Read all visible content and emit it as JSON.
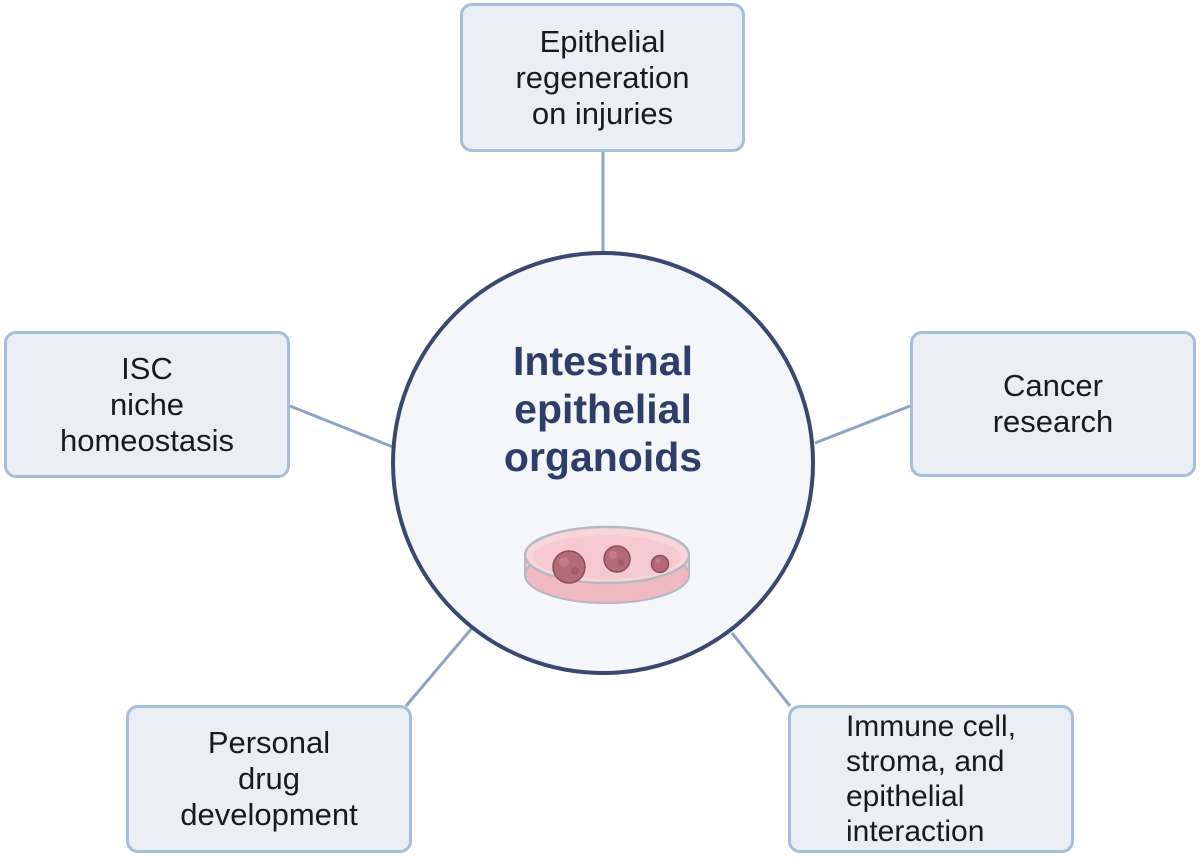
{
  "hub": {
    "title_lines": [
      "Intestinal",
      "epithelial",
      "organoids"
    ]
  },
  "nodes": {
    "top": {
      "lines": [
        "Epithelial",
        "regeneration",
        "on injuries"
      ]
    },
    "left": {
      "lines": [
        "ISC",
        "niche",
        "homeostasis"
      ]
    },
    "right": {
      "lines": [
        "Cancer",
        "research"
      ]
    },
    "bottom_left": {
      "lines": [
        "Personal",
        "drug",
        "development"
      ]
    },
    "bottom_right": {
      "lines": [
        "Immune cell,",
        "stroma, and",
        "epithelial",
        "interaction"
      ]
    }
  },
  "colors": {
    "box_fill": "#e9eff5",
    "box_border": "#a8bed6",
    "hub_border": "#3a4870",
    "hub_title": "#2f3d6a",
    "connector": "#8ea4c0",
    "dish_fill": "#f3c7cd",
    "organoid": "#b56a78"
  },
  "icons": {
    "hub_image": "petri-dish-with-organoids-icon"
  }
}
